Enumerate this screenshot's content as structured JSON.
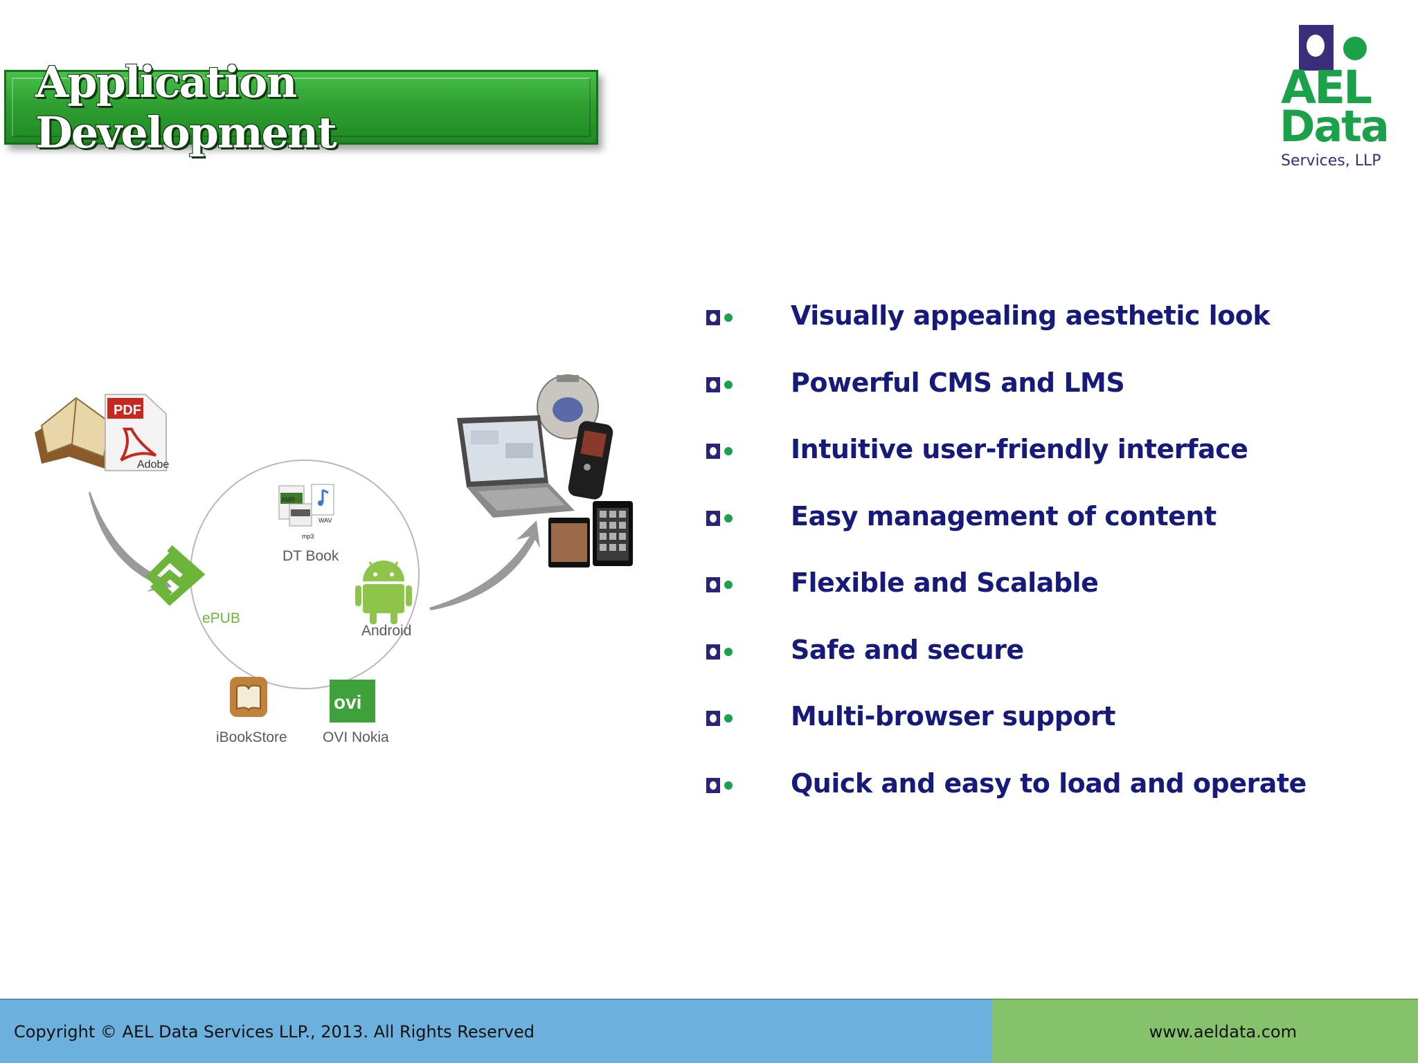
{
  "slide": {
    "title": "Application Development"
  },
  "logo": {
    "line1": "AEL",
    "line2": "Data",
    "line3": "Services, LLP"
  },
  "bullets": [
    "Visually appealing aesthetic look",
    "Powerful CMS and LMS",
    "Intuitive user-friendly interface",
    "Easy management of content",
    "Flexible and Scalable",
    "Safe and secure",
    "Multi-browser support",
    "Quick and easy to load and operate"
  ],
  "diagram": {
    "pdf_label": "PDF",
    "adobe_label": "Adobe",
    "dtbook": "DT Book",
    "epub": "ePUB",
    "android": "Android",
    "ibookstore": "iBookStore",
    "ovi": "OVI Nokia",
    "ovi_icon_text": "ovi",
    "file_amr": "AMR",
    "file_wav": "WAV",
    "file_mp3": "mp3"
  },
  "footer": {
    "copyright": "Copyright © AEL Data Services LLP., 2013. All Rights Reserved",
    "website": "www.aeldata.com"
  },
  "colors": {
    "title_green": "#2fa032",
    "bullet_text": "#161a7a",
    "logo_green": "#1aa14a",
    "logo_purple": "#3a2d7a",
    "footer_blue": "#6cb0de",
    "footer_green": "#86c26c"
  }
}
